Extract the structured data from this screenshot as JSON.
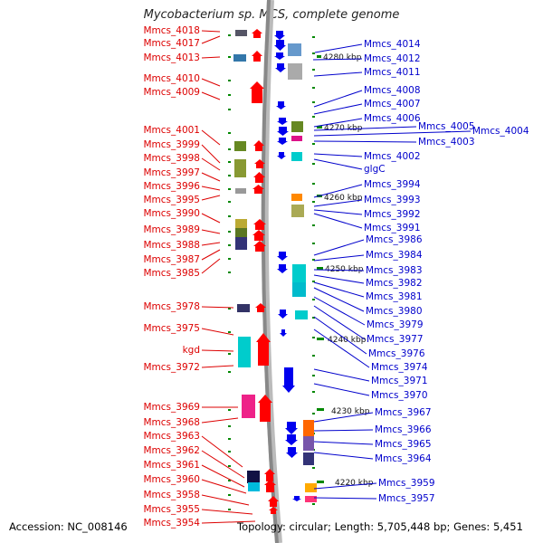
{
  "title": "Mycobacterium sp. MCS, complete genome",
  "footer": {
    "accession": "Accession: NC_008146",
    "topology": "Topology: circular; Length: 5,705,448 bp; Genes: 5,451"
  },
  "colors": {
    "left_labels": "#dd0000",
    "right_labels": "#0000cc",
    "forward_strand_gene": "#ff0000",
    "reverse_strand_gene": "#0000ee",
    "backbone": "#888888",
    "tick": "#008800"
  },
  "scale_labels": [
    "4280 kbp",
    "4270 kbp",
    "4260 kbp",
    "4250 kbp",
    "4240 kbp",
    "4230 kbp",
    "4220 kbp"
  ],
  "left_labels": [
    "Mmcs_4018",
    "Mmcs_4017",
    "Mmcs_4013",
    "Mmcs_4010",
    "Mmcs_4009",
    "Mmcs_4001",
    "Mmcs_3999",
    "Mmcs_3998",
    "Mmcs_3997",
    "Mmcs_3996",
    "Mmcs_3995",
    "Mmcs_3990",
    "Mmcs_3989",
    "Mmcs_3988",
    "Mmcs_3987",
    "Mmcs_3985",
    "Mmcs_3978",
    "Mmcs_3975",
    "kgd",
    "Mmcs_3972",
    "Mmcs_3969",
    "Mmcs_3968",
    "Mmcs_3963",
    "Mmcs_3962",
    "Mmcs_3961",
    "Mmcs_3960",
    "Mmcs_3958",
    "Mmcs_3955",
    "Mmcs_3954"
  ],
  "right_labels": [
    "Mmcs_4014",
    "Mmcs_4012",
    "Mmcs_4011",
    "Mmcs_4008",
    "Mmcs_4007",
    "Mmcs_4006",
    "Mmcs_4005",
    "Mmcs_4004",
    "Mmcs_4003",
    "Mmcs_4002",
    "glgC",
    "Mmcs_3994",
    "Mmcs_3993",
    "Mmcs_3992",
    "Mmcs_3991",
    "Mmcs_3986",
    "Mmcs_3984",
    "Mmcs_3983",
    "Mmcs_3982",
    "Mmcs_3981",
    "Mmcs_3980",
    "Mmcs_3979",
    "Mmcs_3977",
    "Mmcs_3976",
    "Mmcs_3974",
    "Mmcs_3971",
    "Mmcs_3970",
    "Mmcs_3967",
    "Mmcs_3966",
    "Mmcs_3965",
    "Mmcs_3964",
    "Mmcs_3959",
    "Mmcs_3957"
  ]
}
